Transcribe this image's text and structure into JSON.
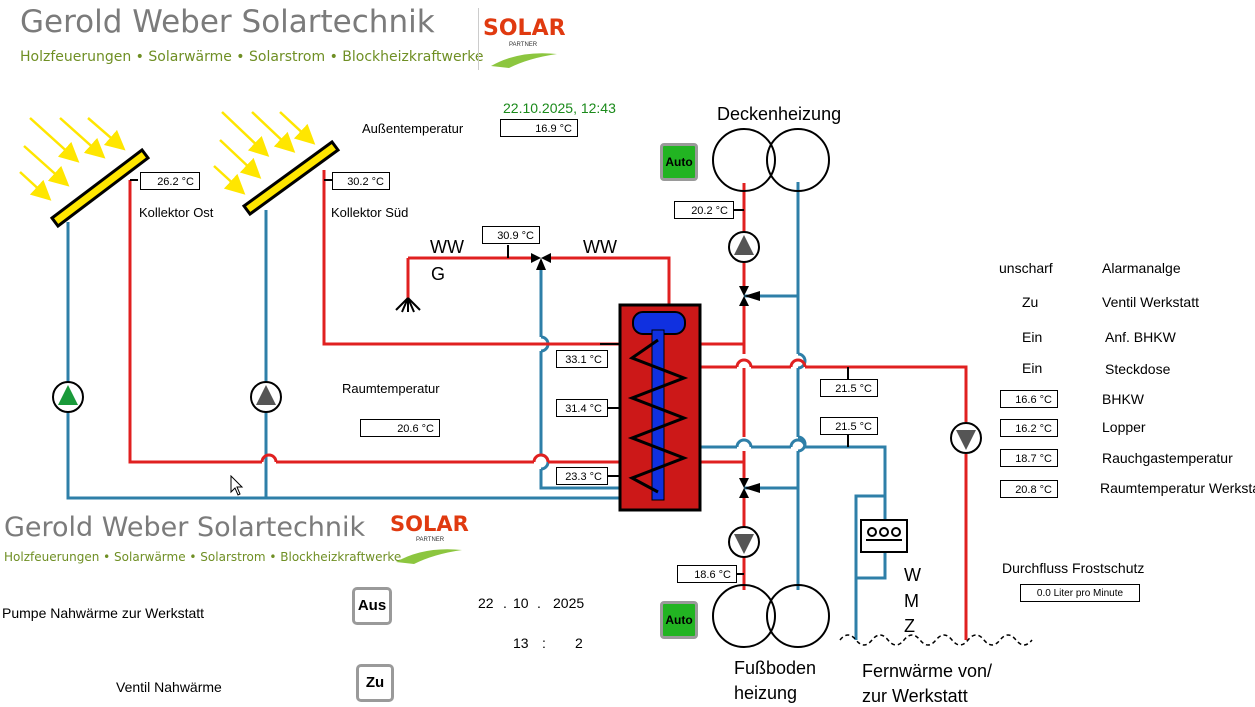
{
  "header": {
    "brand_title": "Gerold Weber Solartechnik",
    "brand_subtitle": "Holzfeuerungen • Solarwärme • Solarstrom • Blockheizkraftwerke",
    "logo_text": "SOLAR",
    "logo_subtext": "PARTNER"
  },
  "footer_brand": {
    "brand_title": "Gerold Weber Solartechnik",
    "brand_subtitle": "Holzfeuerungen • Solarwärme • Solarstrom • Blockheizkraftwerke",
    "logo_text": "SOLAR",
    "logo_subtext": "PARTNER"
  },
  "datetime": "22.10.2025,  12:43",
  "outdoor": {
    "label": "Außentemperatur",
    "value": "16.9 °C"
  },
  "collector_east": {
    "label": "Kollektor Ost",
    "value": "26.2 °C"
  },
  "collector_south": {
    "label": "Kollektor Süd",
    "value": "30.2 °C"
  },
  "room": {
    "label": "Raumtemperatur",
    "value": "20.6 °C"
  },
  "ww_labels": {
    "ww_left": "WW",
    "g": "G",
    "ww_right": "WW"
  },
  "mixer_temp": "30.9 °C",
  "tank_temps": {
    "top": "33.1 °C",
    "mid": "31.4 °C",
    "bottom": "23.3 °C"
  },
  "ceiling_heating": {
    "label": "Deckenheizung",
    "mode": "Auto",
    "temp": "20.2 °C"
  },
  "floor_heating": {
    "label_1": "Fußboden",
    "label_2": "heizung",
    "mode": "Auto",
    "temp": "18.6 °C"
  },
  "line_temps": {
    "upper": "21.5 °C",
    "lower": "21.5 °C"
  },
  "district": {
    "label_1": "Fernwärme von/",
    "label_2": "zur Werkstatt",
    "wmz_w": "W",
    "wmz_m": "M",
    "wmz_z": "Z"
  },
  "status_panel": [
    {
      "state": "unscharf",
      "name": "Alarmanalge"
    },
    {
      "state": "Zu",
      "name": "Ventil Werkstatt"
    },
    {
      "state": "Ein",
      "name": "Anf. BHKW"
    },
    {
      "state": "Ein",
      "name": "Steckdose"
    }
  ],
  "temp_panel": [
    {
      "value": "16.6 °C",
      "name": "BHKW"
    },
    {
      "value": "16.2 °C",
      "name": "Lopper"
    },
    {
      "value": "18.7 °C",
      "name": "Rauchgastemperatur"
    },
    {
      "value": "20.8 °C",
      "name": "Raumtemperatur Werkstatt"
    }
  ],
  "frost": {
    "label": "Durchfluss Frostschutz",
    "value": "0.0 Liter pro Minute"
  },
  "controls": {
    "pump_label": "Pumpe  Nahwärme zur Werkstatt",
    "pump_button": "Aus",
    "valve_label": "Ventil Nahwärme",
    "valve_button": "Zu"
  },
  "clock": {
    "day": "22",
    "dot1": ".",
    "month": "10",
    "dot2": ".",
    "year": "2025",
    "hour": "13",
    "colon": ":",
    "minute": "2"
  },
  "colors": {
    "hot": "#e02020",
    "cold": "#2e7fa8",
    "brand_green": "#6f8f24",
    "auto_green": "#22b422"
  }
}
